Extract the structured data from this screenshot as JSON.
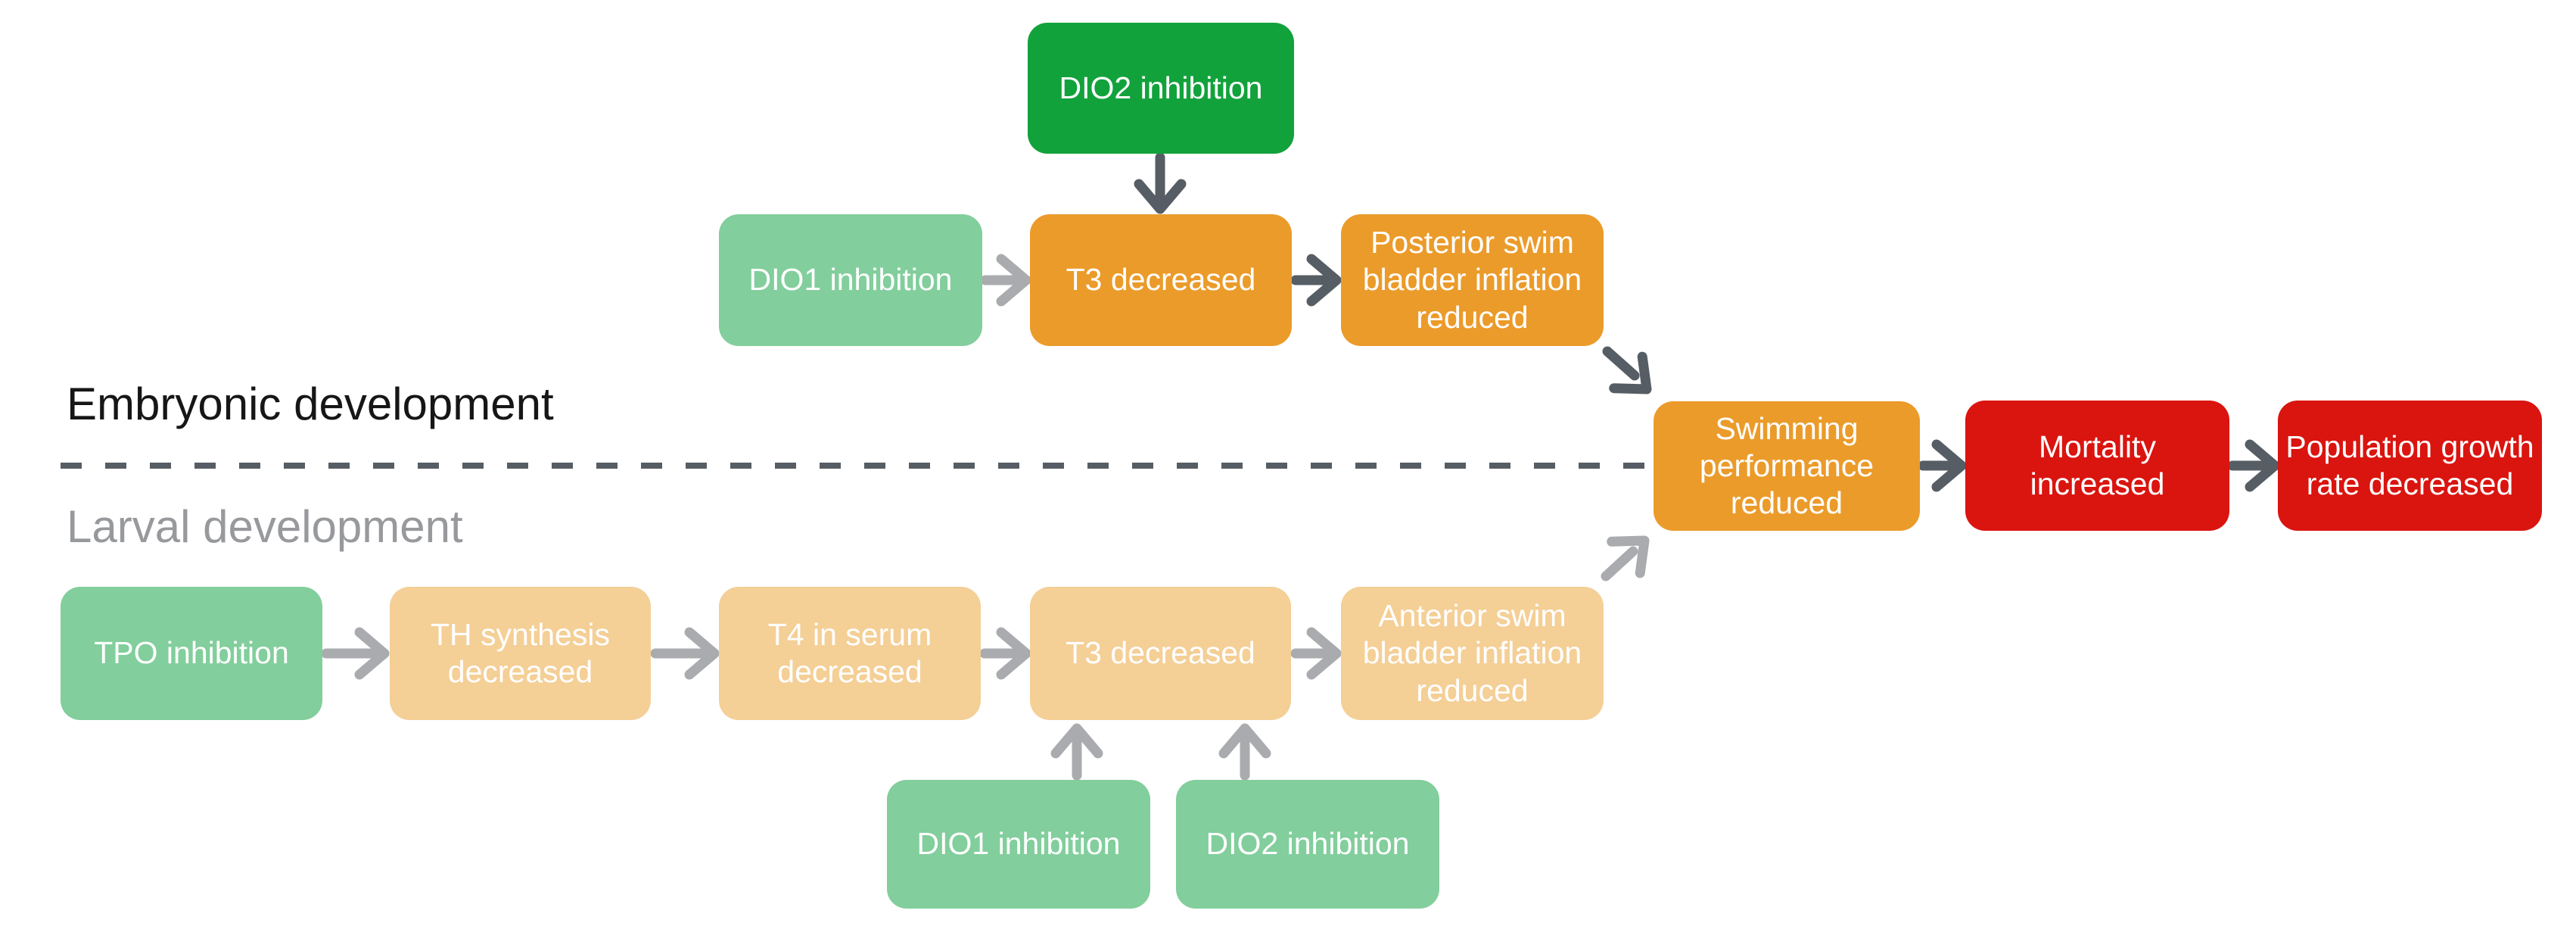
{
  "palette": {
    "background": "#ffffff",
    "dark_green": "#12a23c",
    "light_green": "#82ce9c",
    "orange": "#eb9b2a",
    "light_orange": "#f4cf96",
    "red": "#da140f",
    "dark_gray": "#565d64",
    "light_gray": "#a9abae",
    "node_text": "#ffffff",
    "embryonic_label": "#161616",
    "larval_label": "#97999c"
  },
  "sections": [
    {
      "id": "embryonic",
      "label": "Embryonic development"
    },
    {
      "id": "larval",
      "label": "Larval development"
    }
  ],
  "nodes": [
    {
      "id": "dio2-inhibition-embryonic",
      "label": "DIO2 inhibition",
      "color": "dark_green",
      "section": "embryonic"
    },
    {
      "id": "dio1-inhibition-embryonic",
      "label": "DIO1 inhibition",
      "color": "light_green",
      "section": "embryonic"
    },
    {
      "id": "t3-decreased-embryonic",
      "label": "T3 decreased",
      "color": "orange",
      "section": "embryonic"
    },
    {
      "id": "posterior-swim-bladder-inflation-reduced",
      "label": "Posterior swim bladder inflation reduced",
      "color": "orange",
      "section": "embryonic"
    },
    {
      "id": "swimming-performance-reduced",
      "label": "Swimming performance reduced",
      "color": "orange",
      "section": "shared"
    },
    {
      "id": "mortality-increased",
      "label": "Mortality increased",
      "color": "red",
      "section": "shared"
    },
    {
      "id": "population-growth-rate-decreased",
      "label": "Population growth rate decreased",
      "color": "red",
      "section": "shared"
    },
    {
      "id": "tpo-inhibition",
      "label": "TPO inhibition",
      "color": "light_green",
      "section": "larval"
    },
    {
      "id": "th-synthesis-decreased",
      "label": "TH synthesis decreased",
      "color": "light_orange",
      "section": "larval"
    },
    {
      "id": "t4-in-serum-decreased",
      "label": "T4 in serum decreased",
      "color": "light_orange",
      "section": "larval"
    },
    {
      "id": "t3-decreased-larval",
      "label": "T3 decreased",
      "color": "light_orange",
      "section": "larval"
    },
    {
      "id": "anterior-swim-bladder-inflation-reduced",
      "label": "Anterior swim bladder inflation reduced",
      "color": "light_orange",
      "section": "larval"
    },
    {
      "id": "dio1-inhibition-larval",
      "label": "DIO1 inhibition",
      "color": "light_green",
      "section": "larval"
    },
    {
      "id": "dio2-inhibition-larval",
      "label": "DIO2 inhibition",
      "color": "light_green",
      "section": "larval"
    }
  ],
  "edges": [
    {
      "from": "dio2-inhibition-embryonic",
      "to": "t3-decreased-embryonic",
      "shade": "dark"
    },
    {
      "from": "dio1-inhibition-embryonic",
      "to": "t3-decreased-embryonic",
      "shade": "light"
    },
    {
      "from": "t3-decreased-embryonic",
      "to": "posterior-swim-bladder-inflation-reduced",
      "shade": "dark"
    },
    {
      "from": "posterior-swim-bladder-inflation-reduced",
      "to": "swimming-performance-reduced",
      "shade": "dark"
    },
    {
      "from": "swimming-performance-reduced",
      "to": "mortality-increased",
      "shade": "dark"
    },
    {
      "from": "mortality-increased",
      "to": "population-growth-rate-decreased",
      "shade": "dark"
    },
    {
      "from": "tpo-inhibition",
      "to": "th-synthesis-decreased",
      "shade": "light"
    },
    {
      "from": "th-synthesis-decreased",
      "to": "t4-in-serum-decreased",
      "shade": "light"
    },
    {
      "from": "t4-in-serum-decreased",
      "to": "t3-decreased-larval",
      "shade": "light"
    },
    {
      "from": "t3-decreased-larval",
      "to": "anterior-swim-bladder-inflation-reduced",
      "shade": "light"
    },
    {
      "from": "anterior-swim-bladder-inflation-reduced",
      "to": "swimming-performance-reduced",
      "shade": "light"
    },
    {
      "from": "dio1-inhibition-larval",
      "to": "t3-decreased-larval",
      "shade": "light"
    },
    {
      "from": "dio2-inhibition-larval",
      "to": "t3-decreased-larval",
      "shade": "light"
    }
  ]
}
